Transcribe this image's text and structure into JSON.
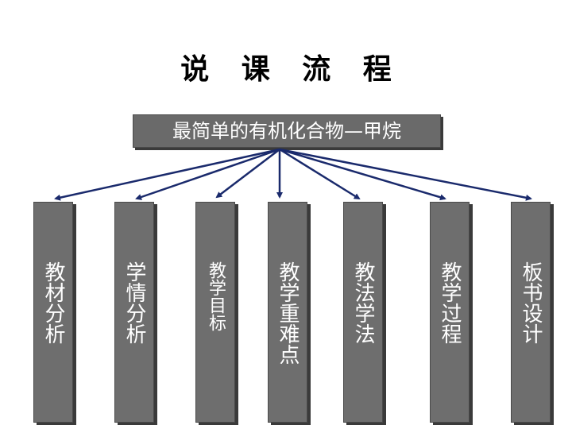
{
  "title": "说 课 流 程",
  "root": "最简单的有机化合物—甲烷",
  "columns": [
    {
      "label": "教材分析"
    },
    {
      "label": "学情分析"
    },
    {
      "label": "教学目标"
    },
    {
      "label": "教学重难点"
    },
    {
      "label": "教法学法"
    },
    {
      "label": "教学过程"
    },
    {
      "label": "板书设计"
    }
  ],
  "colors": {
    "box": "#6e6e6e",
    "arrow": "#1a2a6c",
    "text": "#ffffff"
  }
}
